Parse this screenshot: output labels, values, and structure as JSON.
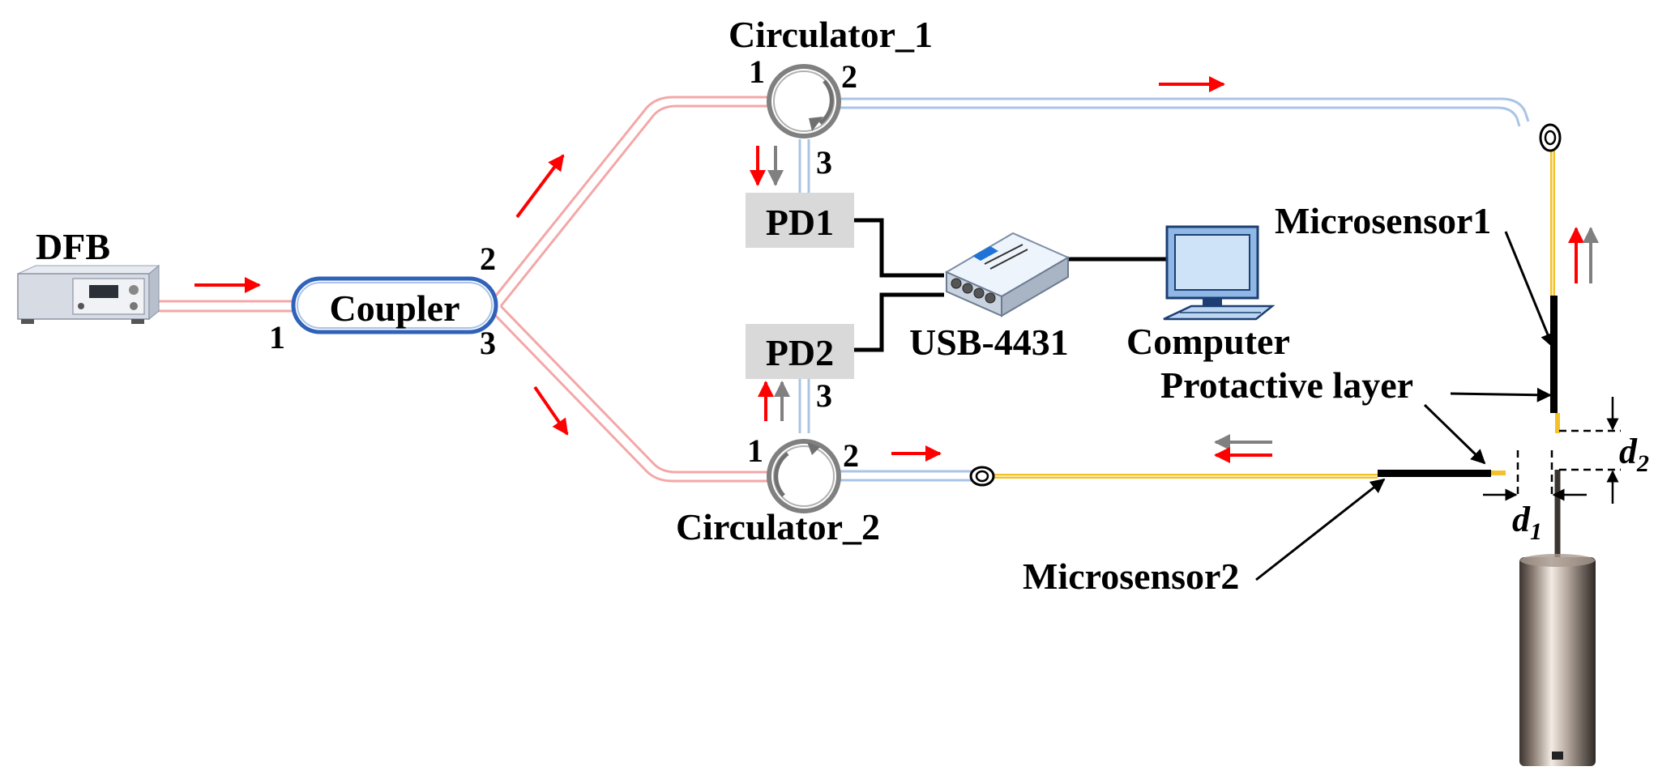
{
  "labels": {
    "dfb": "DFB",
    "coupler": "Coupler",
    "circulator1": "Circulator_1",
    "circulator2": "Circulator_2",
    "pd1": "PD1",
    "pd2": "PD2",
    "daq": "USB-4431",
    "computer": "Computer",
    "microsensor1": "Microsensor1",
    "microsensor2": "Microsensor2",
    "protective_layer": "Protactive layer",
    "d1_symbol": "d",
    "d1_sub": "1",
    "d2_symbol": "d",
    "d2_sub": "2"
  },
  "ports": {
    "coupler_1": "1",
    "coupler_2": "2",
    "coupler_3": "3",
    "circ1_1": "1",
    "circ1_2": "2",
    "circ1_3": "3",
    "circ2_1": "1",
    "circ2_2": "2",
    "circ2_3": "3"
  },
  "colors": {
    "input_fiber": "#f4a7a7",
    "output_fiber": "#a9c4e6",
    "sensor_fiber": "#f3c12e",
    "signal_arrow": "#ff0000",
    "reflected_arrow": "#808080",
    "coupler_outline": "#2f62b8",
    "box_fill": "#d9d9d9"
  }
}
